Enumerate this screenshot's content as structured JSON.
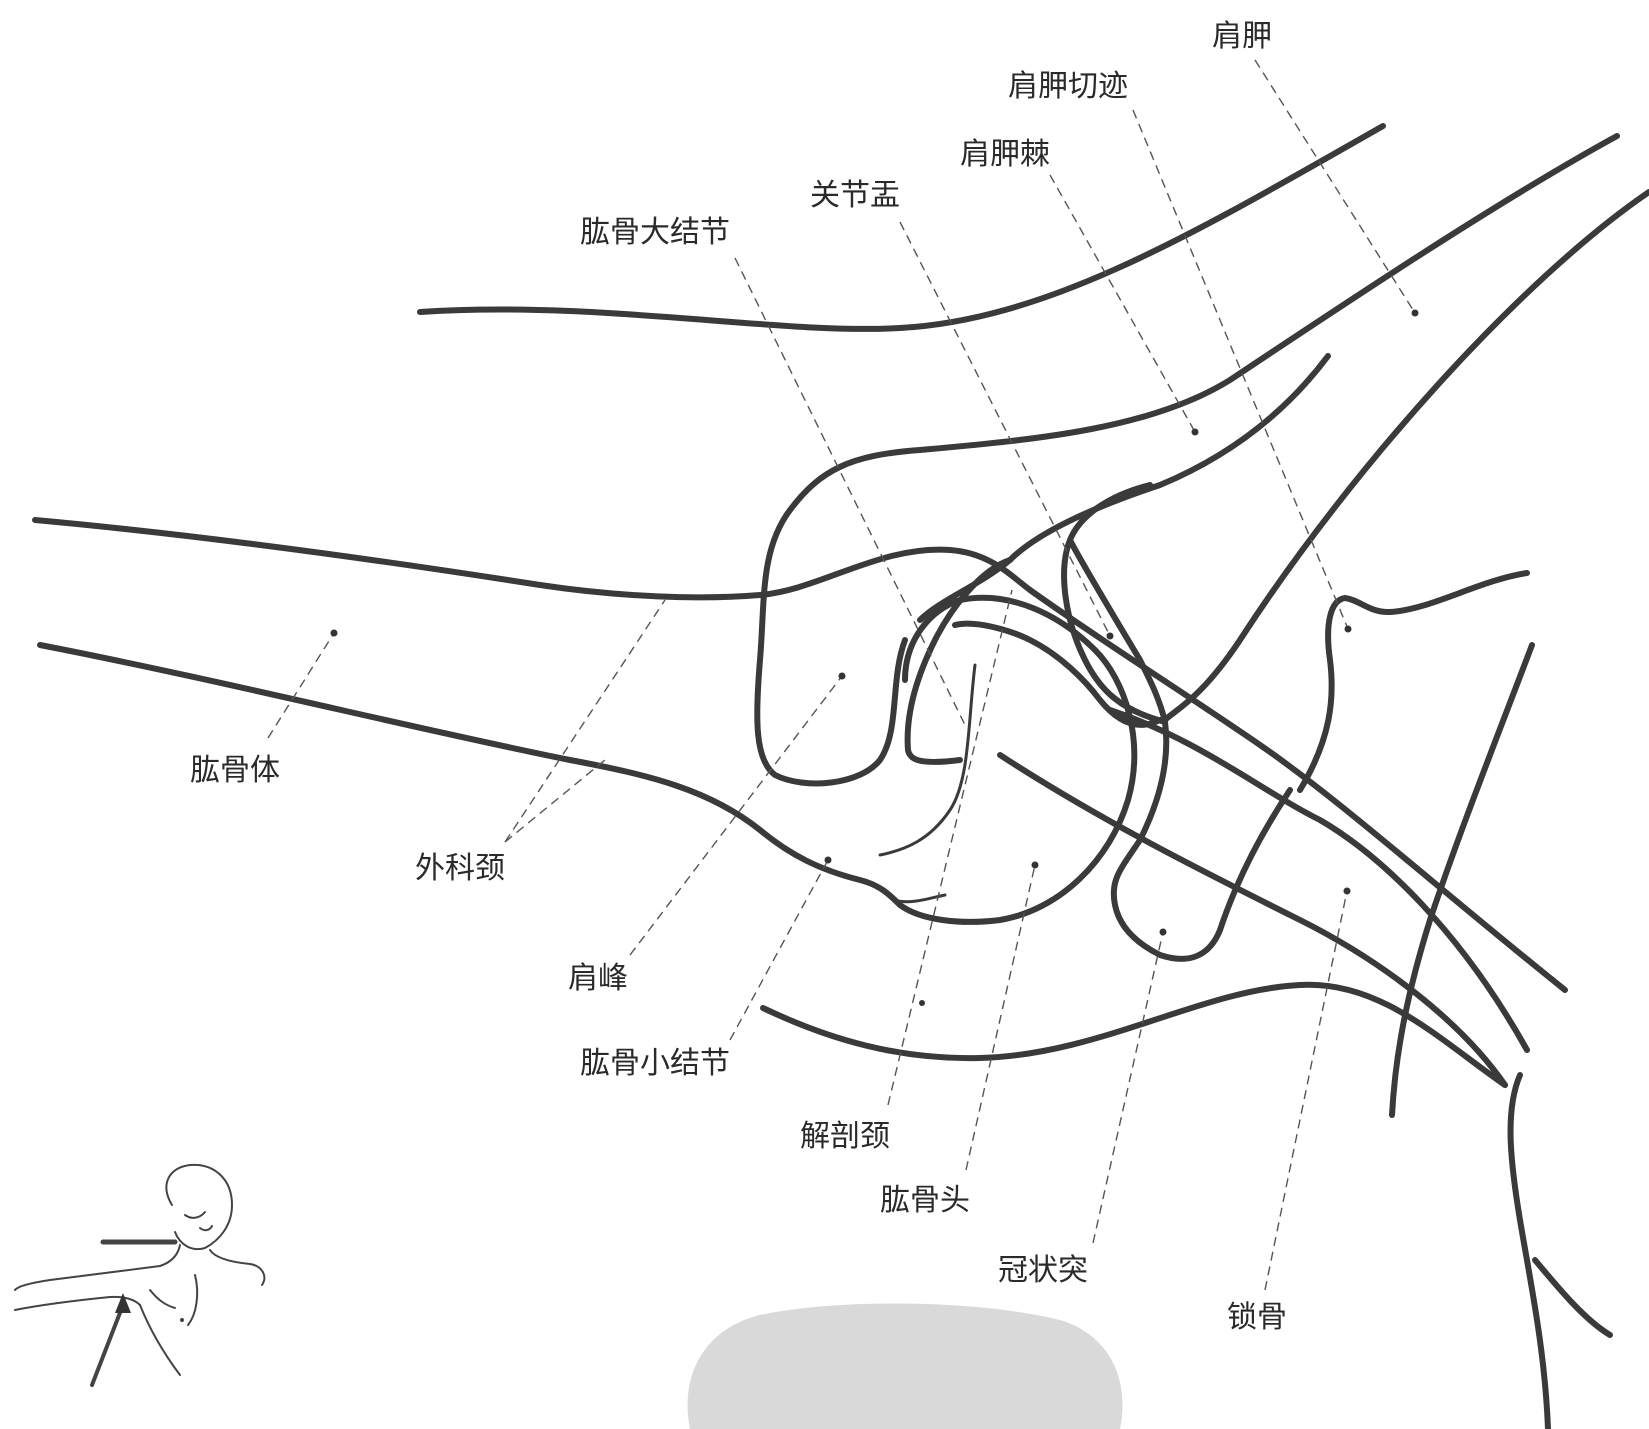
{
  "diagram": {
    "labels": {
      "scapula": "肩胛",
      "scapular_notch": "肩胛切迹",
      "scapular_spine": "肩胛棘",
      "glenoid": "关节盂",
      "greater_tubercle": "肱骨大结节",
      "humerus_shaft": "肱骨体",
      "surgical_neck": "外科颈",
      "acromion": "肩峰",
      "lesser_tubercle": "肱骨小结节",
      "anatomical_neck": "解剖颈",
      "humeral_head": "肱骨头",
      "coracoid": "冠状突",
      "clavicle": "锁骨"
    },
    "colors": {
      "line": "#3a3a3a",
      "watermark": "#d9d9d9"
    },
    "icons": {
      "inset": "patient-position-sketch",
      "watermark": "watermark-seal"
    }
  }
}
